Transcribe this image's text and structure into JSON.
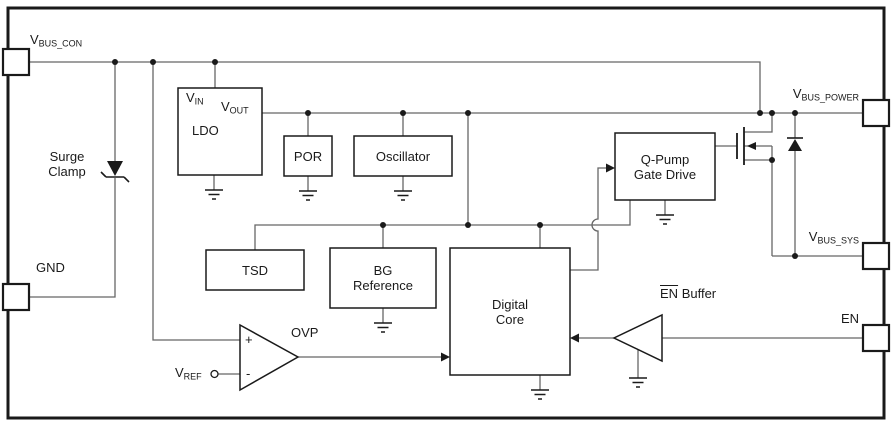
{
  "pins": {
    "vbus_con": {
      "main": "V",
      "sub": "BUS_CON"
    },
    "gnd": "GND",
    "vbus_power": {
      "main": "V",
      "sub": "BUS_POWER"
    },
    "vbus_sys": {
      "main": "V",
      "sub": "BUS_SYS"
    },
    "en": "EN"
  },
  "blocks": {
    "ldo": {
      "label": "LDO",
      "vin_main": "V",
      "vin_sub": "IN",
      "vout_main": "V",
      "vout_sub": "OUT"
    },
    "por": "POR",
    "oscillator": "Oscillator",
    "tsd": "TSD",
    "bg_reference": {
      "line1": "BG",
      "line2": "Reference"
    },
    "digital_core": {
      "line1": "Digital",
      "line2": "Core"
    },
    "qpump": {
      "line1": "Q-Pump",
      "line2": "Gate Drive"
    },
    "en_buffer": {
      "en": "EN",
      "rest": "Buffer"
    },
    "surge_clamp": {
      "line1": "Surge",
      "line2": "Clamp"
    },
    "ovp": {
      "label": "OVP",
      "plus": "+",
      "minus": "-",
      "vref_main": "V",
      "vref_sub": "REF"
    }
  },
  "colors": {
    "outline": "#1a1a1a",
    "wire": "#666666",
    "background": "#ffffff"
  }
}
